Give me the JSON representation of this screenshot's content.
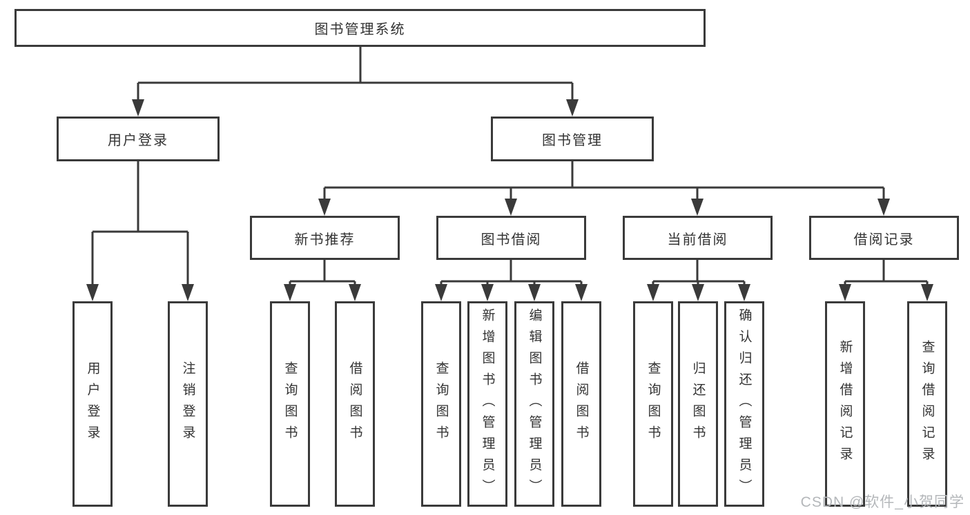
{
  "tree": {
    "root": {
      "label": "图书管理系统",
      "children": [
        {
          "label": "用户登录",
          "children": [
            {
              "label": "用户登录"
            },
            {
              "label": "注销登录"
            }
          ]
        },
        {
          "label": "图书管理",
          "children": [
            {
              "label": "新书推荐",
              "children": [
                {
                  "label": "查询图书"
                },
                {
                  "label": "借阅图书"
                }
              ]
            },
            {
              "label": "图书借阅",
              "children": [
                {
                  "label": "查询图书"
                },
                {
                  "label": "新增图书（管理员）"
                },
                {
                  "label": "编辑图书（管理员）"
                },
                {
                  "label": "借阅图书"
                }
              ]
            },
            {
              "label": "当前借阅",
              "children": [
                {
                  "label": "查询图书"
                },
                {
                  "label": "归还图书"
                },
                {
                  "label": "确认归还（管理员）"
                }
              ]
            },
            {
              "label": "借阅记录",
              "children": [
                {
                  "label": "新增借阅记录"
                },
                {
                  "label": "查询借阅记录"
                }
              ]
            }
          ]
        }
      ]
    }
  },
  "watermark": {
    "text": "CSDN @软件_小贺同学"
  },
  "colors": {
    "line": "#3a3a3a",
    "box_border": "#3a3a3a",
    "text": "#333333",
    "watermark": "#b4b7ba",
    "background": "#ffffff"
  }
}
